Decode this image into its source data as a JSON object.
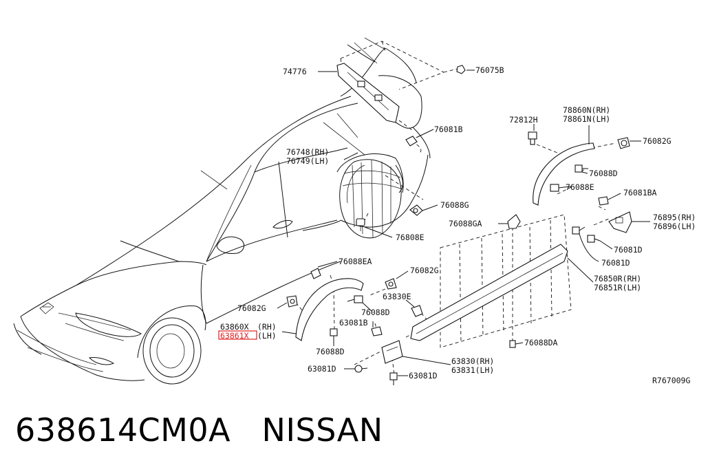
{
  "diagram": {
    "ref_code": "R767009G",
    "highlight_color": "#e02020",
    "callouts": {
      "p74776": "74776",
      "p76075B": "76075B",
      "p76081B": "76081B",
      "p76748": "76748(RH)",
      "p76749": "76749(LH)",
      "p76088G": "76088G",
      "p76808E": "76808E",
      "p72812H": "72812H",
      "p78860N": "78860N(RH)",
      "p78861N": "78861N(LH)",
      "p76082G_a": "76082G",
      "p76088D_a": "76088D",
      "p76088E": "76088E",
      "p76081BA": "76081BA",
      "p76895": "76895(RH)",
      "p76896": "76896(LH)",
      "p76088GA": "76088GA",
      "p76081D_a": "76081D",
      "p76081D_b": "76081D",
      "p76850R": "76850R(RH)",
      "p76851R": "76851R(LH)",
      "p76088EA": "76088EA",
      "p76082G_b": "76082G",
      "p76082G_c": "76082G",
      "p63830E": "63830E",
      "p76088D_b": "76088D",
      "p63860X_code": "63860X",
      "p63860X_side": "(RH)",
      "p63861X_code": "63861X",
      "p63861X_side": "(LH)",
      "p63081B": "63081B",
      "p76088D_c": "76088D",
      "p63081D_a": "63081D",
      "p63081D_b": "63081D",
      "p63830": "63830(RH)",
      "p63831": "63831(LH)",
      "p76088DA": "76088DA"
    }
  },
  "caption": {
    "part_number": "638614CM0A",
    "brand": "NISSAN"
  }
}
